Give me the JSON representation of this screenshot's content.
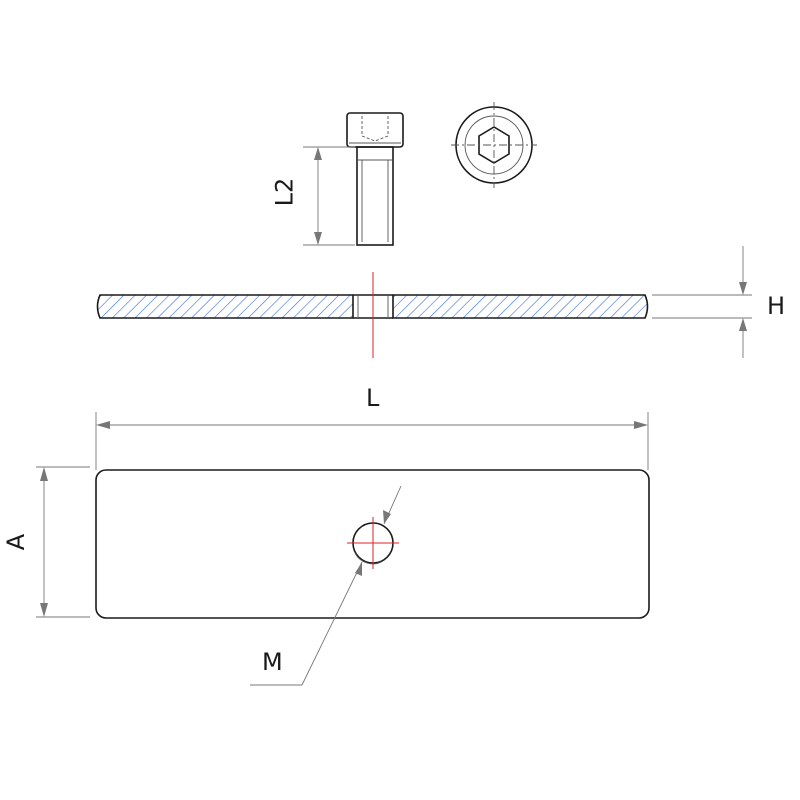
{
  "labels": {
    "l2": "L2",
    "h": "H",
    "l": "L",
    "a": "A",
    "m": "M"
  },
  "colors": {
    "outline": "#1a1a1a",
    "hatch": "#3a6fd8",
    "centerline": "#e0202a",
    "dimension": "#777777"
  }
}
